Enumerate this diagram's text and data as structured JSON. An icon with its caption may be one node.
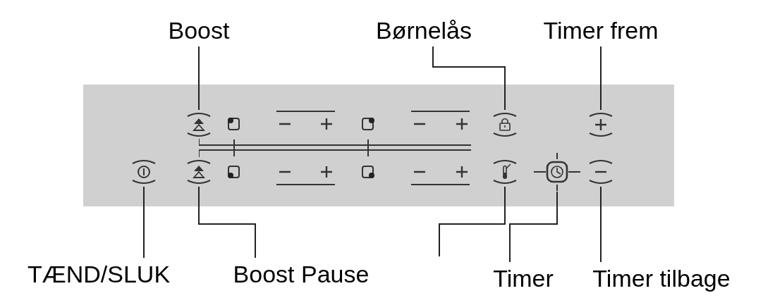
{
  "diagram": {
    "nodes": [
      {
        "text": [
          "Boost"
        ]
      },
      {
        "text": [
          "Børnelås"
        ]
      },
      {
        "text": [
          "Timer frem"
        ]
      },
      {
        "text": [
          "TÆND/SLUK"
        ]
      },
      {
        "text": [
          "Boost Pause"
        ]
      },
      {
        "text": [
          "Timer"
        ]
      },
      {
        "text": [
          "Timer tilbage"
        ]
      },
      {
        "text": [],
        "shape": "button"
      },
      {
        "text": [],
        "shape": "button"
      },
      {
        "text": [],
        "shape": "button"
      },
      {
        "text": [],
        "shape": "button"
      },
      {
        "text": [],
        "shape": "button"
      },
      {
        "text": [],
        "shape": "button"
      },
      {
        "text": [],
        "shape": "button"
      },
      {
        "text": [],
        "shape": "button"
      }
    ],
    "edges": [
      {
        "from": 0,
        "to": 7,
        "arrow": "none"
      },
      {
        "from": 1,
        "to": 8,
        "arrow": "none"
      },
      {
        "from": 2,
        "to": 9,
        "arrow": "none"
      },
      {
        "from": 3,
        "to": 10,
        "arrow": "none"
      },
      {
        "from": 4,
        "to": 11,
        "arrow": "none"
      },
      {
        "from": 12,
        "to": null,
        "arrow": "none"
      },
      {
        "from": 5,
        "to": 13,
        "arrow": "none"
      },
      {
        "from": 6,
        "to": 14,
        "arrow": "none"
      }
    ]
  }
}
